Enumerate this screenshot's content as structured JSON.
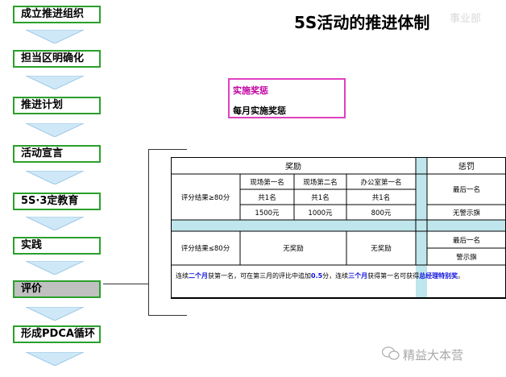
{
  "title": "5S活动的推进体制",
  "dept_label": "事业部",
  "steps": [
    {
      "label": "成立推进组织"
    },
    {
      "label": "担当区明确化"
    },
    {
      "label": "推进计划"
    },
    {
      "label": "活动宣言"
    },
    {
      "label": "5S·3定教育"
    },
    {
      "label": "实践"
    },
    {
      "label": "评价"
    },
    {
      "label": "形成PDCA循环"
    }
  ],
  "award_box": {
    "title": "实施奖惩",
    "subtitle": "每月实施奖惩"
  },
  "table": {
    "reward_header": "奖励",
    "penalty_header": "惩罚",
    "row1_label": "评分结果≥80分",
    "ranks": [
      "现场第一名",
      "现场第二名",
      "办公室第一名"
    ],
    "counts": [
      "共1名",
      "共1名",
      "共1名"
    ],
    "amounts": [
      "1500元",
      "1000元",
      "800元"
    ],
    "penalty_row1": [
      "最后一名",
      "无警示旗"
    ],
    "row2_label": "评分结果≤80分",
    "no_reward": [
      "无奖励",
      "无奖励"
    ],
    "penalty_row2": [
      "最后一名",
      "警示旗"
    ],
    "note_parts": {
      "p1": "连续",
      "h1": "二个月",
      "p2": "获第一名，可在第三月的评比中追加",
      "h2": "0.5",
      "p3": "分，连续",
      "h3": "三个月",
      "p4": "获得第一名可获得",
      "h4": "总经理特别奖",
      "p5": "。"
    }
  },
  "watermark": "精益大本营",
  "colors": {
    "step_border": "#2aa02a",
    "arrow_fill": "#cfe8f8",
    "award_border": "#e040c0",
    "divider": "#bfe6ec"
  }
}
